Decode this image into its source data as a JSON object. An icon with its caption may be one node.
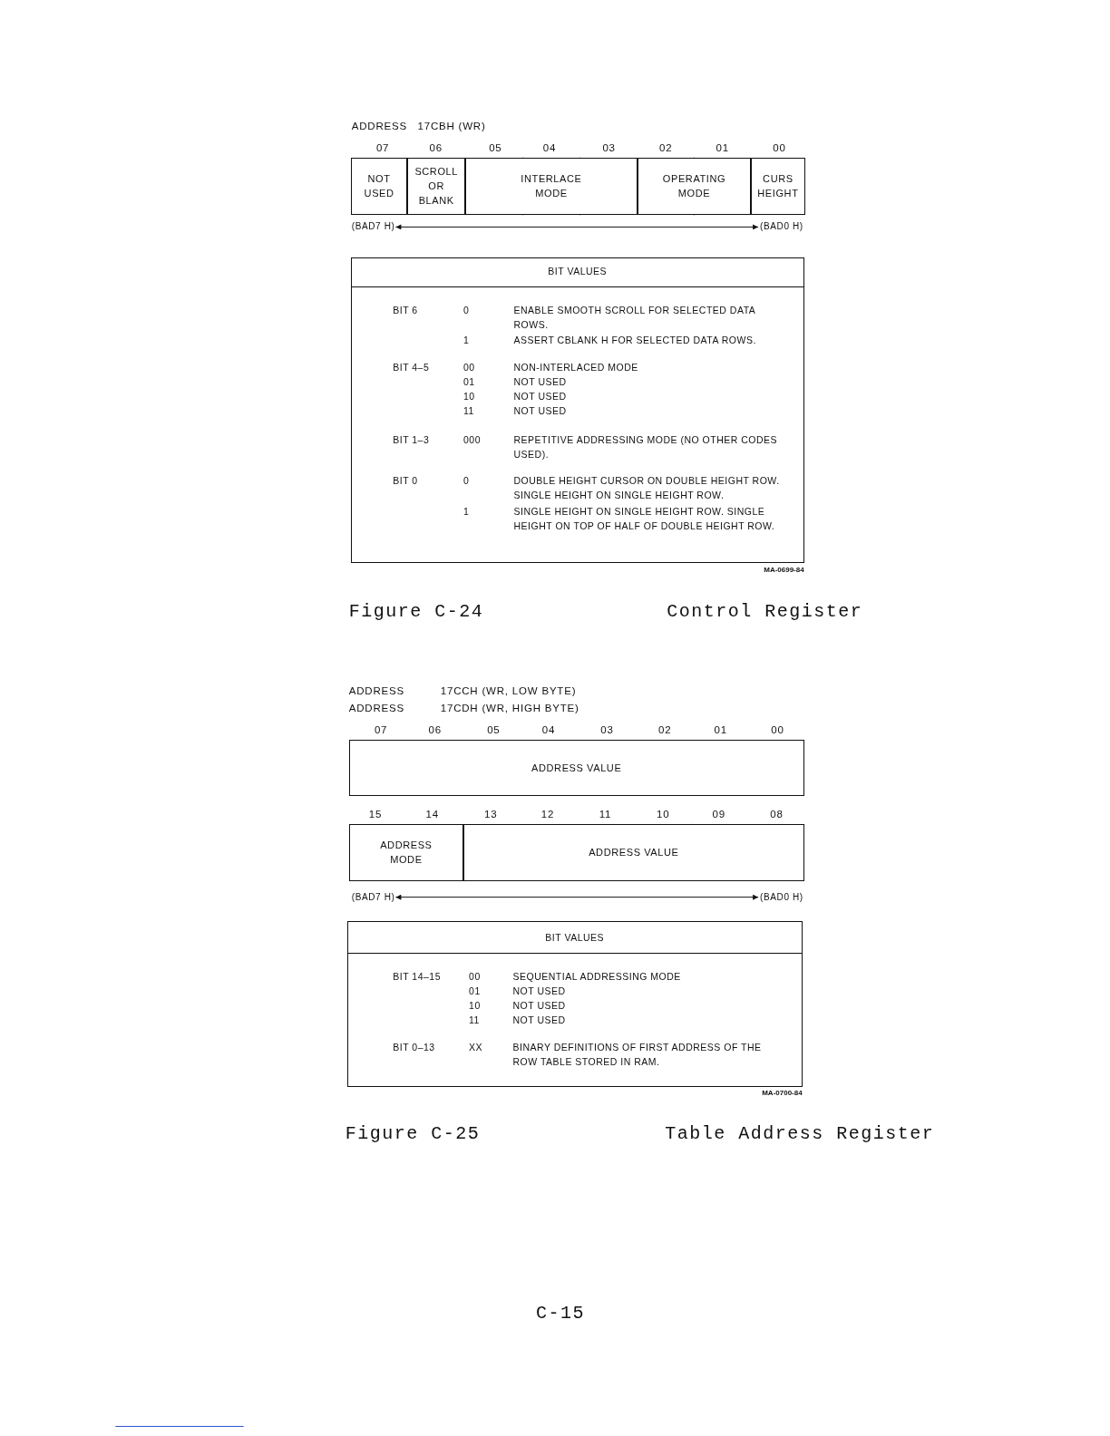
{
  "diagram": {
    "nodes": [
      {
        "text": [
          "NOT USED"
        ]
      },
      {
        "text": [
          "SCROLL OR BLANK"
        ]
      },
      {
        "text": [
          "INTERLACE MODE"
        ]
      },
      {
        "text": [
          "OPERATING MODE"
        ]
      },
      {
        "text": [
          "CURS HEIGHT"
        ]
      },
      {
        "text": [
          "(BAD7 H)"
        ]
      },
      {
        "text": [
          "(BAD0 H)"
        ]
      },
      {
        "text": [
          "BIT VALUES",
          "BIT 6",
          "0",
          "ENABLE SMOOTH SCROLL FOR SELECTED DATA ROWS.",
          "1",
          "ASSERT CBLANK H FOR SELECTED DATA ROWS.",
          "BIT 4–5",
          "00",
          "NON-INTERLACED MODE",
          "01",
          "NOT USED",
          "10",
          "NOT USED",
          "11",
          "NOT USED",
          "BIT 1–3",
          "000",
          "REPETITIVE ADDRESSING MODE (NO OTHER CODES USED).",
          "BIT 0",
          "0",
          "DOUBLE HEIGHT CURSOR ON DOUBLE HEIGHT ROW. SINGLE HEIGHT ON SINGLE HEIGHT ROW.",
          "1",
          "SINGLE HEIGHT ON SINGLE HEIGHT ROW. SINGLE HEIGHT ON TOP OF HALF OF DOUBLE HEIGHT ROW."
        ]
      },
      {
        "text": [
          "ADDRESS VALUE"
        ]
      },
      {
        "text": [
          "ADDRESS MODE"
        ]
      },
      {
        "text": [
          "ADDRESS VALUE"
        ]
      },
      {
        "text": [
          "(BAD7 H)"
        ]
      },
      {
        "text": [
          "(BAD0 H)"
        ]
      },
      {
        "text": [
          "BIT VALUES",
          "BIT 14–15",
          "00",
          "SEQUENTIAL ADDRESSING MODE",
          "01",
          "NOT USED",
          "10",
          "NOT USED",
          "11",
          "NOT USED",
          "BIT 0–13",
          "XX",
          "BINARY DEFINITIONS OF FIRST ADDRESS OF THE ROW TABLE STORED IN RAM."
        ]
      }
    ],
    "edges": [
      {
        "from": 5,
        "to": 6,
        "arrow": "both"
      },
      {
        "from": 11,
        "to": 12,
        "arrow": "both"
      }
    ],
    "labels": [
      "ADDRESS",
      "17CBH (WR)",
      "07",
      "06",
      "05",
      "04",
      "03",
      "02",
      "01",
      "00",
      "MA-0699-84",
      "Figure C-24",
      "Control Register",
      "ADDRESS",
      "17CCH (WR, LOW BYTE)",
      "ADDRESS",
      "17CDH (WR, HIGH BYTE)",
      "07",
      "06",
      "05",
      "04",
      "03",
      "02",
      "01",
      "00",
      "15",
      "14",
      "13",
      "12",
      "11",
      "10",
      "09",
      "08",
      "MA-0700-84",
      "Figure C-25",
      "Table Address Register",
      "C-15"
    ]
  }
}
